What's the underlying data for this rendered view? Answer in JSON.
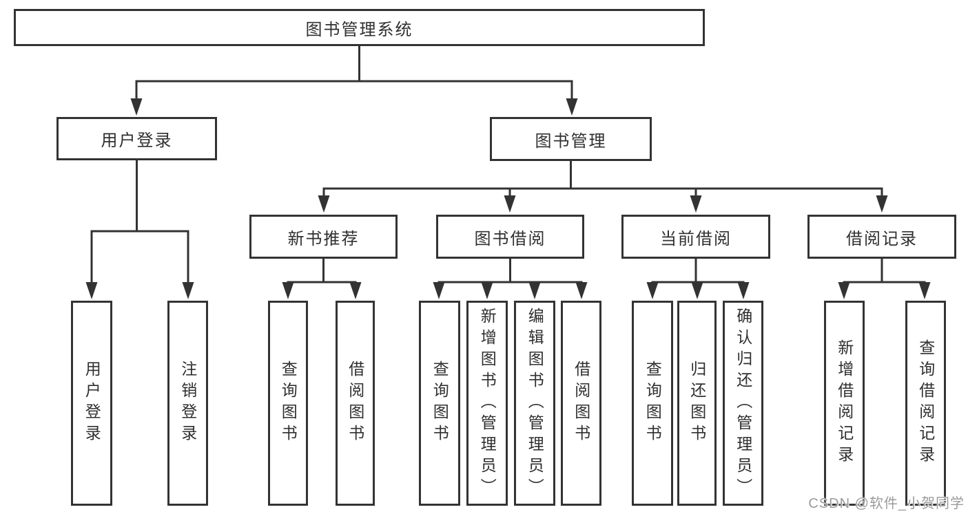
{
  "diagram": {
    "title": "图书管理系统",
    "colors": {
      "line": "#333333",
      "text": "#2f2f2f",
      "background": "#ffffff",
      "watermark": "#9b9b9b"
    },
    "nodes": {
      "root": {
        "label": "图书管理系统"
      },
      "user_login": {
        "label": "用户登录"
      },
      "book_mgmt": {
        "label": "图书管理"
      },
      "new_book_rec": {
        "label": "新书推荐"
      },
      "book_borrow": {
        "label": "图书借阅"
      },
      "current_borrow": {
        "label": "当前借阅"
      },
      "borrow_record": {
        "label": "借阅记录"
      },
      "leaf_user_login": {
        "label": "用户登录"
      },
      "leaf_logout": {
        "label": "注销登录"
      },
      "leaf_query_book_rec": {
        "label": "查询图书"
      },
      "leaf_borrow_book_rec": {
        "label": "借阅图书"
      },
      "leaf_query_book_bb": {
        "label": "查询图书"
      },
      "leaf_add_book": {
        "label": "新增图书（管理员）"
      },
      "leaf_edit_book": {
        "label": "编辑图书（管理员）"
      },
      "leaf_borrow_book_bb": {
        "label": "借阅图书"
      },
      "leaf_query_book_cb": {
        "label": "查询图书"
      },
      "leaf_return_book": {
        "label": "归还图书"
      },
      "leaf_confirm_return": {
        "label": "确认归还（管理员）"
      },
      "leaf_add_record": {
        "label": "新增借阅记录"
      },
      "leaf_query_record": {
        "label": "查询借阅记录"
      }
    },
    "hierarchy": {
      "图书管理系统": [
        "用户登录",
        "图书管理"
      ],
      "用户登录": [
        "用户登录",
        "注销登录"
      ],
      "图书管理": [
        "新书推荐",
        "图书借阅",
        "当前借阅",
        "借阅记录"
      ],
      "新书推荐": [
        "查询图书",
        "借阅图书"
      ],
      "图书借阅": [
        "查询图书",
        "新增图书（管理员）",
        "编辑图书（管理员）",
        "借阅图书"
      ],
      "当前借阅": [
        "查询图书",
        "归还图书",
        "确认归还（管理员）"
      ],
      "借阅记录": [
        "新增借阅记录",
        "查询借阅记录"
      ]
    },
    "watermark": "CSDN @软件_小贺同学"
  }
}
